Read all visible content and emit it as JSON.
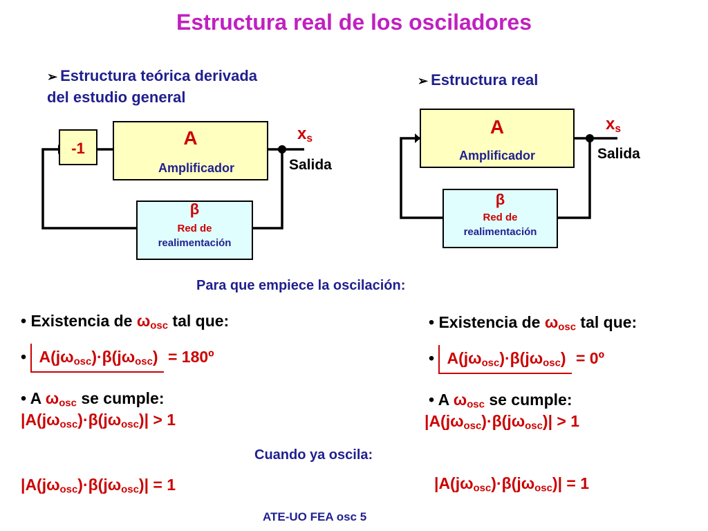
{
  "title": "Estructura real de los osciladores",
  "left": {
    "heading_line1": "Estructura teórica derivada",
    "heading_line2": "del estudio general",
    "inverter": "-1",
    "amp_symbol": "A",
    "amp_label": "Amplificador",
    "output_symbol": "x",
    "output_sub": "s",
    "output_label": "Salida",
    "beta": "β",
    "feedback_line1": "Red de",
    "feedback_line2": "realimentación"
  },
  "right": {
    "heading": "Estructura real",
    "amp_symbol": "A",
    "amp_label": "Amplificador",
    "output_symbol": "x",
    "output_sub": "s",
    "output_label": "Salida",
    "beta": "β",
    "feedback_line1": "Red de",
    "feedback_line2": "realimentación"
  },
  "center_start": "Para que empiece la oscilación:",
  "center_osc": "Cuando ya oscila:",
  "footer": "ATE-UO FEA osc 5",
  "conditions_left": {
    "existence_pre": "• Existencia de ",
    "existence_post": " tal que:",
    "omega": "ω",
    "osc": "osc",
    "phase_value": "= 180º",
    "cumple_pre": "• A  ",
    "cumple_post": " se cumple:",
    "gt_value": "> 1",
    "eq_value": "= 1"
  },
  "conditions_right": {
    "existence_pre": "• Existencia de ",
    "existence_post": " tal que:",
    "omega": "ω",
    "osc": "osc",
    "phase_value": "= 0º",
    "cumple_pre": "• A  ",
    "cumple_post": " se cumple:",
    "gt_value": "> 1",
    "eq_value": "= 1"
  },
  "expr": {
    "A_open": "A(j",
    "close_dot": ")·",
    "beta_open": "β(j",
    "close": ")",
    "bar": "|",
    "bullet": "•"
  },
  "colors": {
    "title": "#c020c0",
    "text_blue": "#1f1f8f",
    "accent_red": "#cc0000",
    "amp_fill": "#ffffc0",
    "feedback_fill": "#e0fefe"
  }
}
